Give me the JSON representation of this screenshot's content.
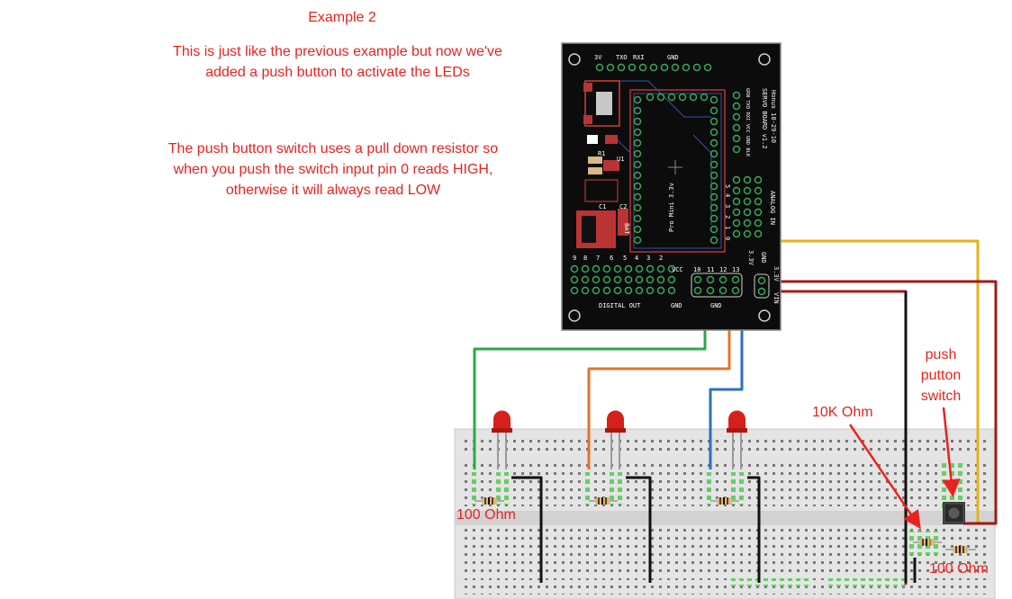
{
  "title": "Example 2",
  "paragraph1": "This is just like the previous example but now we've added a push button to activate the LEDs",
  "paragraph2": "The push button switch uses a pull down resistor so when you push the switch input pin 0 reads HIGH, otherwise it will always read LOW",
  "board": {
    "header_top": [
      "3V",
      "TXO",
      "RXI",
      "GND"
    ],
    "name": "SERVO BOARD v1.2",
    "date": "Honus 10-29-10",
    "top_pins": "GRN TXO RXI VCC GND BLK",
    "pro_mini": "Pro Mini 3.3v",
    "analog_in": "ANALOG IN",
    "analog_pins": [
      "5",
      "4",
      "3",
      "2",
      "1",
      "0"
    ],
    "digital_pins": [
      "9",
      "8",
      "7",
      "6",
      "5",
      "4",
      "3",
      "2"
    ],
    "vcc": "VCC",
    "digital_out": "DIGITAL OUT",
    "gnd": "GND",
    "pins_10_13": [
      "10",
      "11",
      "12",
      "13"
    ],
    "v33": "3.3V",
    "vin": "VIN",
    "r1": "R1",
    "u1": "U1",
    "c1": "C1",
    "c2": "C2",
    "bat": "BAT"
  },
  "labels": {
    "ohm_left": "100 Ohm",
    "ohm_right": "100 Ohm",
    "ten_k": "10K Ohm",
    "push_button": [
      "push",
      "putton",
      "switch"
    ]
  },
  "colors": {
    "text": "#e8231f",
    "board": "#0c0c0c",
    "green_wire": "#2aa84a",
    "orange_wire": "#e0742a",
    "blue_wire": "#2f6fc0",
    "yellow_wire": "#e6b21a",
    "red_wire": "#a01b14",
    "black_wire": "#111111",
    "breadboard": "#e4e4e4"
  }
}
